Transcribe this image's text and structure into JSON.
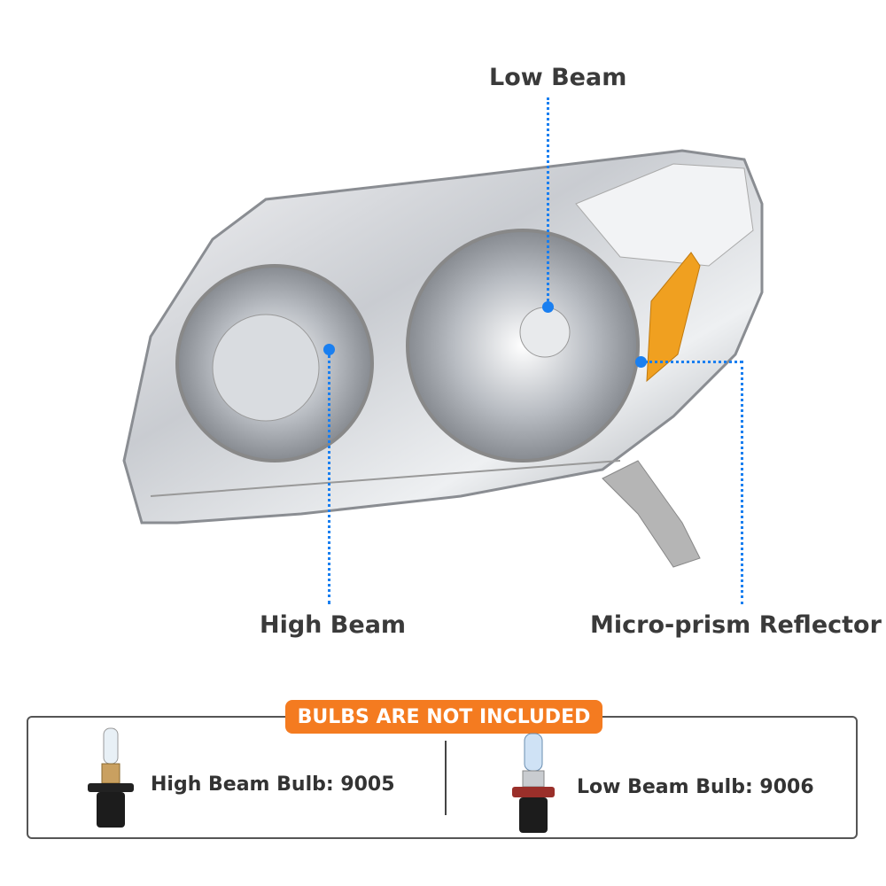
{
  "callouts": {
    "low_beam": "Low Beam",
    "high_beam": "High Beam",
    "reflector": "Micro-prism Reflector"
  },
  "notice": {
    "badge": "BULBS ARE NOT INCLUDED",
    "high_bulb": "High Beam Bulb: 9005",
    "low_bulb": "Low Beam Bulb: 9006"
  },
  "colors": {
    "callout": "#1a7ff0",
    "badge": "#f47b20",
    "amber": "#f0a020"
  }
}
